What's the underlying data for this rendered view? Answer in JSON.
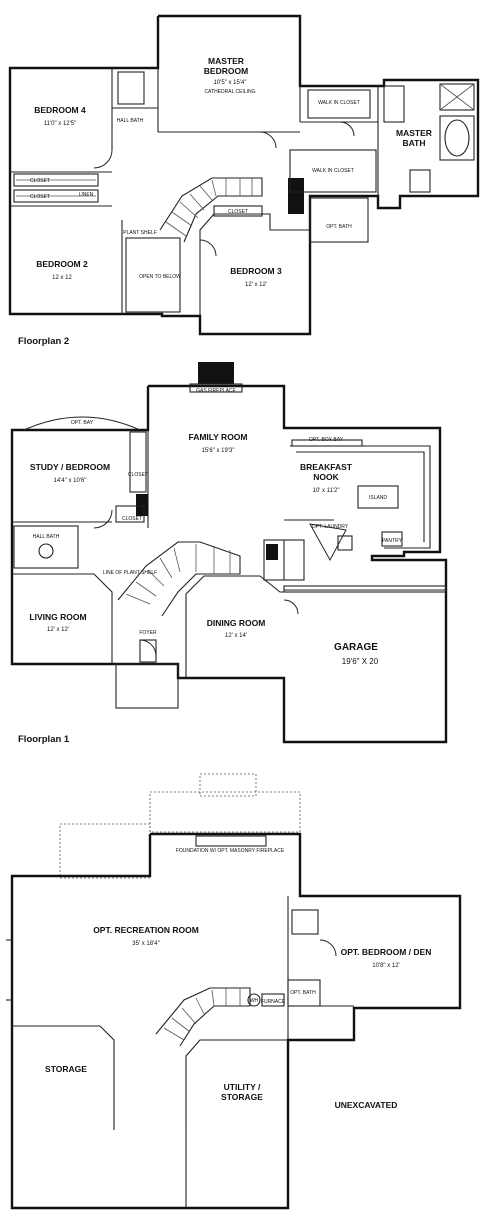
{
  "floorplan_2": {
    "caption": "Floorplan 2",
    "rooms": {
      "master_bedroom": {
        "name": "MASTER BEDROOM",
        "dim": "10'5\" x 15'4\"",
        "note": "CATHEDRAL CEILING"
      },
      "bedroom_4": {
        "name": "BEDROOM 4",
        "dim": "11'0\" x 12'5\""
      },
      "bedroom_2": {
        "name": "BEDROOM 2",
        "dim": "12 x 12"
      },
      "bedroom_3": {
        "name": "BEDROOM 3",
        "dim": "12' x 12'"
      },
      "master_bath": {
        "name": "MASTER BATH"
      },
      "hall_bath": {
        "name": "HALL BATH"
      },
      "walk_in_closet_1": {
        "name": "WALK IN CLOSET"
      },
      "walk_in_closet_2": {
        "name": "WALK IN CLOSET"
      },
      "opt_bath": {
        "name": "OPT. BATH"
      },
      "closet_1": {
        "name": "CLOSET"
      },
      "closet_2": {
        "name": "CLOSET"
      },
      "closet_3": {
        "name": "CLOSET"
      },
      "open_to_below": {
        "name": "OPEN TO BELOW"
      },
      "linen": {
        "name": "LINEN"
      },
      "plant_shelf": {
        "name": "PLANT SHELF"
      }
    }
  },
  "floorplan_1": {
    "caption": "Floorplan 1",
    "rooms": {
      "family_room": {
        "name": "FAMILY ROOM",
        "dim": "15'6\" x 19'3\""
      },
      "fireplace": {
        "name": "GAS FIREPLACE"
      },
      "study": {
        "name": "STUDY / BEDROOM",
        "dim": "14'4\" x 10'6\""
      },
      "opt_bay": {
        "name": "OPT. BAY"
      },
      "opt_box_bay": {
        "name": "OPT. BOX BAY"
      },
      "breakfast_nook": {
        "name": "BREAKFAST NOOK",
        "dim": "10' x 11'2\""
      },
      "island": {
        "name": "ISLAND"
      },
      "pantry": {
        "name": "PANTRY"
      },
      "laundry": {
        "name": "OPT. LAUNDRY"
      },
      "living_room": {
        "name": "LIVING ROOM",
        "dim": "12' x 12'"
      },
      "dining_room": {
        "name": "DINING ROOM",
        "dim": "12' x 14'"
      },
      "foyer": {
        "name": "FOYER"
      },
      "hall_bath": {
        "name": "HALL BATH"
      },
      "closet_a": {
        "name": "CLOSET"
      },
      "closet_b": {
        "name": "CLOSET"
      },
      "garage": {
        "name": "GARAGE",
        "dim": "19'6\" X 20"
      },
      "plant_shelf": {
        "name": "LINE OF PLANT SHELF"
      }
    }
  },
  "basement": {
    "rooms": {
      "recreation": {
        "name": "OPT. RECREATION ROOM",
        "dim": "35' x 18'4\""
      },
      "foundation": {
        "name": "FOUNDATION W/ OPT. MASONRY FIREPLACE"
      },
      "bedroom_den": {
        "name": "OPT. BEDROOM / DEN",
        "dim": "10'8\" x 12'"
      },
      "opt_bath": {
        "name": "OPT. BATH"
      },
      "furnace": {
        "name": "FURNACE"
      },
      "heater": {
        "name": "WH"
      },
      "storage": {
        "name": "STORAGE"
      },
      "utility": {
        "name": "UTILITY / STORAGE"
      },
      "unexcavated": {
        "name": "UNEXCAVATED"
      }
    }
  }
}
